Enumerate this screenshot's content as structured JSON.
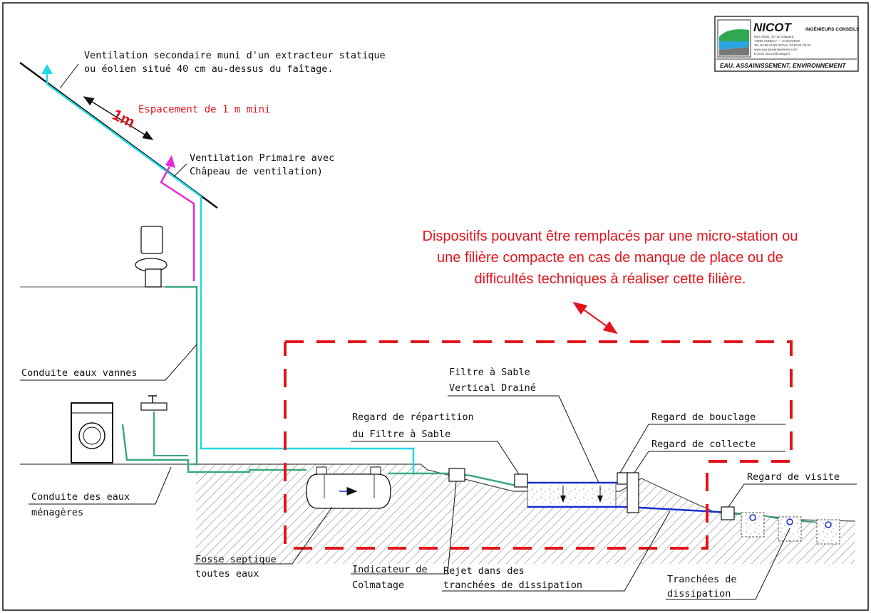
{
  "logo": {
    "brand": "NICOT",
    "subtitle": "INGÉNIEURS CONSEILS",
    "tagline": "EAU, ASSAINISSEMENT, ENVIRONNEMENT",
    "address_lines": [
      "Parc Altaïs, 37 rue Gaspard",
      "74650 ANNECY — CHAVANOD",
      "Tel. 04.50.24.80.81/Fax: 04.50.01.08.23",
      "www.eau-assainissement.com",
      "E-mail: nicot.b@orange.fr"
    ]
  },
  "labels": {
    "vent_secondary_1": "Ventilation secondaire muni d'un extracteur statique",
    "vent_secondary_2": "ou éolien situé 40 cm au-dessus du faîtage.",
    "spacing_big": "1m",
    "spacing_text": "Espacement de 1 m mini",
    "vent_primary_1": "Ventilation Primaire avec",
    "vent_primary_2": "Châpeau de ventilation)",
    "conduite_vannes": "Conduite eaux vannes",
    "conduite_menageres_1": "Conduite des eaux",
    "conduite_menageres_2": "ménagères",
    "fosse_1": "Fosse septique",
    "fosse_2": "toutes eaux",
    "indicateur_1": "Indicateur de",
    "indicateur_2": "Colmatage",
    "regard_repartition_1": "Regard de répartition",
    "regard_repartition_2": "du Filtre à Sable",
    "filtre_1": "Filtre à Sable",
    "filtre_2": "Vertical Drainé",
    "regard_bouclage": "Regard de bouclage",
    "regard_collecte": "Regard de collecte",
    "regard_visite": "Regard de visite",
    "rejet_1": "Rejet dans des",
    "rejet_2": "tranchées de dissipation",
    "tranchees_1": "Tranchées de",
    "tranchees_2": "dissipation"
  },
  "note": {
    "line1": "Dispositifs pouvant être remplacés par une micro-station ou",
    "line2": "une filière compacte en cas de manque de place ou de",
    "line3": "difficultés techniques à réaliser cette filière."
  },
  "colors": {
    "vent_secondary": "#22d8e6",
    "vent_primary": "#e52ad8",
    "effluent_pipe": "#3aaa7a",
    "drain_pipe": "#1530d0",
    "accent_red": "#e3141c"
  }
}
